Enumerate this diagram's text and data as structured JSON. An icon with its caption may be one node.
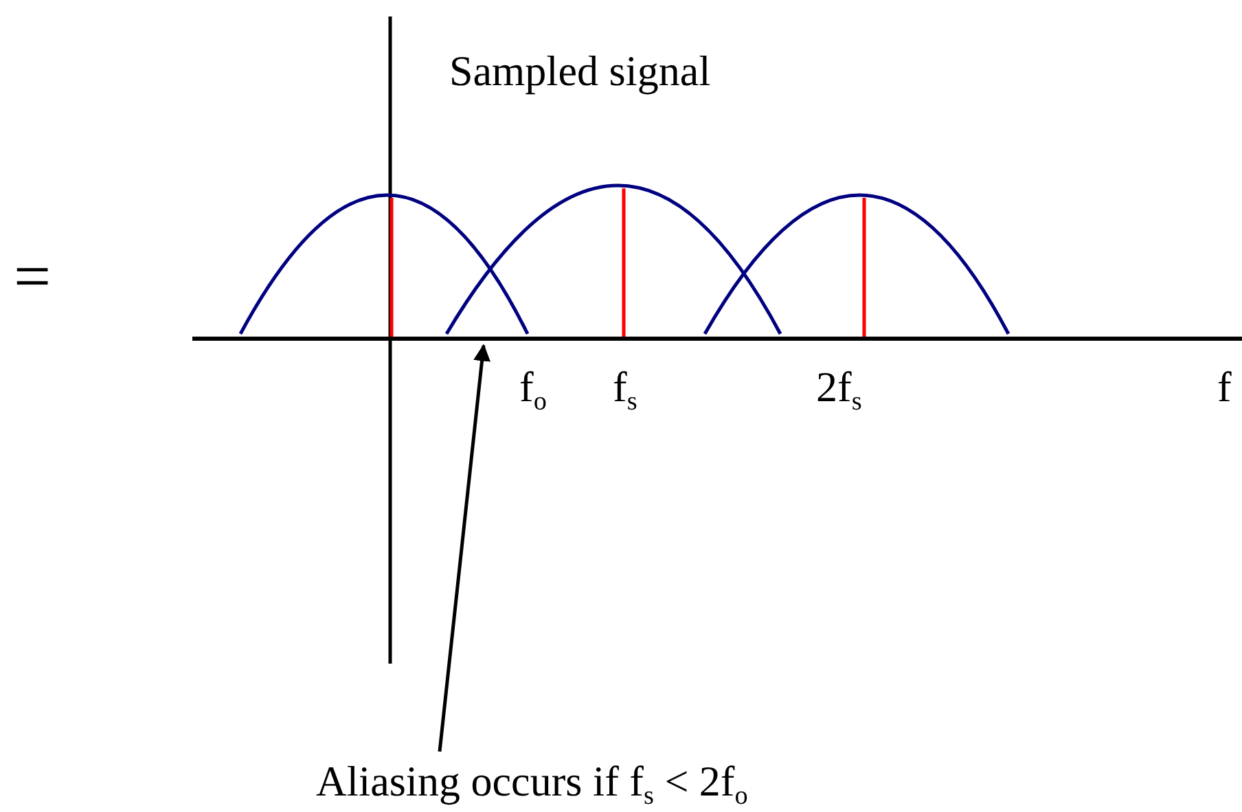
{
  "diagram": {
    "title": "Sampled signal",
    "nodes": [
      {
        "text": [
          "Aliasing occurs if f$_{s}$ < 2f$_{o}$"
        ]
      },
      {
        "text": [],
        "shape": "line"
      }
    ],
    "edges": [
      {
        "from": 0,
        "to": 1,
        "arrow": "to"
      }
    ],
    "labels": [
      "=",
      "f$_{o}$",
      "f$_{s}$",
      "2f$_{s}$",
      "f"
    ]
  }
}
